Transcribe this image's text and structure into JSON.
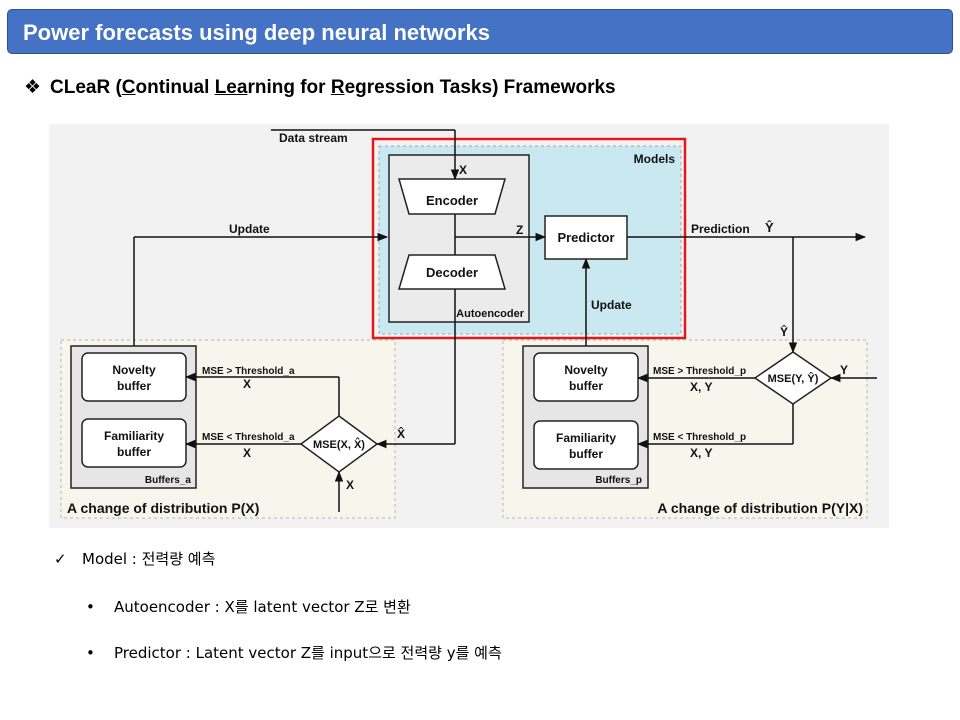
{
  "header": {
    "title": "Power forecasts using deep neural networks"
  },
  "subtitle": {
    "bullet": "❖",
    "parts": [
      "CLeaR (",
      "C",
      "ontinual ",
      "Lea",
      "rning for ",
      "R",
      "egression Tasks) Frameworks"
    ]
  },
  "diagram": {
    "data_stream": "Data stream",
    "models": "Models",
    "x_in": "X",
    "encoder": "Encoder",
    "decoder": "Decoder",
    "autoencoder": "Autoencoder",
    "z": "Z",
    "predictor": "Predictor",
    "update_top": "Update",
    "update_predictor": "Update",
    "prediction": "Prediction",
    "y_hat": "Ŷ",
    "y_hat_down": "Ŷ",
    "novelty_buffer_a": [
      "Novelty",
      "buffer"
    ],
    "familiarity_buffer_a": [
      "Familiarity",
      "buffer"
    ],
    "buffers_a": "Buffers_a",
    "mse_gt_a": "MSE > Threshold_a",
    "mse_gt_a_sub": "X",
    "mse_lt_a": "MSE < Threshold_a",
    "mse_lt_a_sub": "X",
    "mse_x": "MSE(X, X̂)",
    "x_hat": "X̂",
    "x_bottom": "X",
    "change_px": "A change of distribution P(X)",
    "novelty_buffer_p": [
      "Novelty",
      "buffer"
    ],
    "familiarity_buffer_p": [
      "Familiarity",
      "buffer"
    ],
    "buffers_p": "Buffers_p",
    "mse_gt_p": "MSE > Threshold_p",
    "mse_gt_p_sub": "X, Y",
    "mse_lt_p": "MSE < Threshold_p",
    "mse_lt_p_sub": "X, Y",
    "mse_y": "MSE(Y, Ŷ)",
    "y_in": "Y",
    "change_pyx": "A change of distribution P(Y|X)"
  },
  "notes": [
    {
      "mark": "✓",
      "text": "Model : 전력량 예측"
    },
    {
      "mark": "•",
      "text": "Autoencoder : X를 latent vector Z로 변환"
    },
    {
      "mark": "•",
      "text": "Predictor : Latent vector Z를 input으로 전력량 y를 예측"
    }
  ],
  "colors": {
    "title_bg": "#4472c4",
    "models_bg": "#c9e8f0",
    "buffer_region_bg": "#f7f6ec",
    "highlight_border": "#e0191b",
    "diagram_bg": "#f2f2f2"
  }
}
